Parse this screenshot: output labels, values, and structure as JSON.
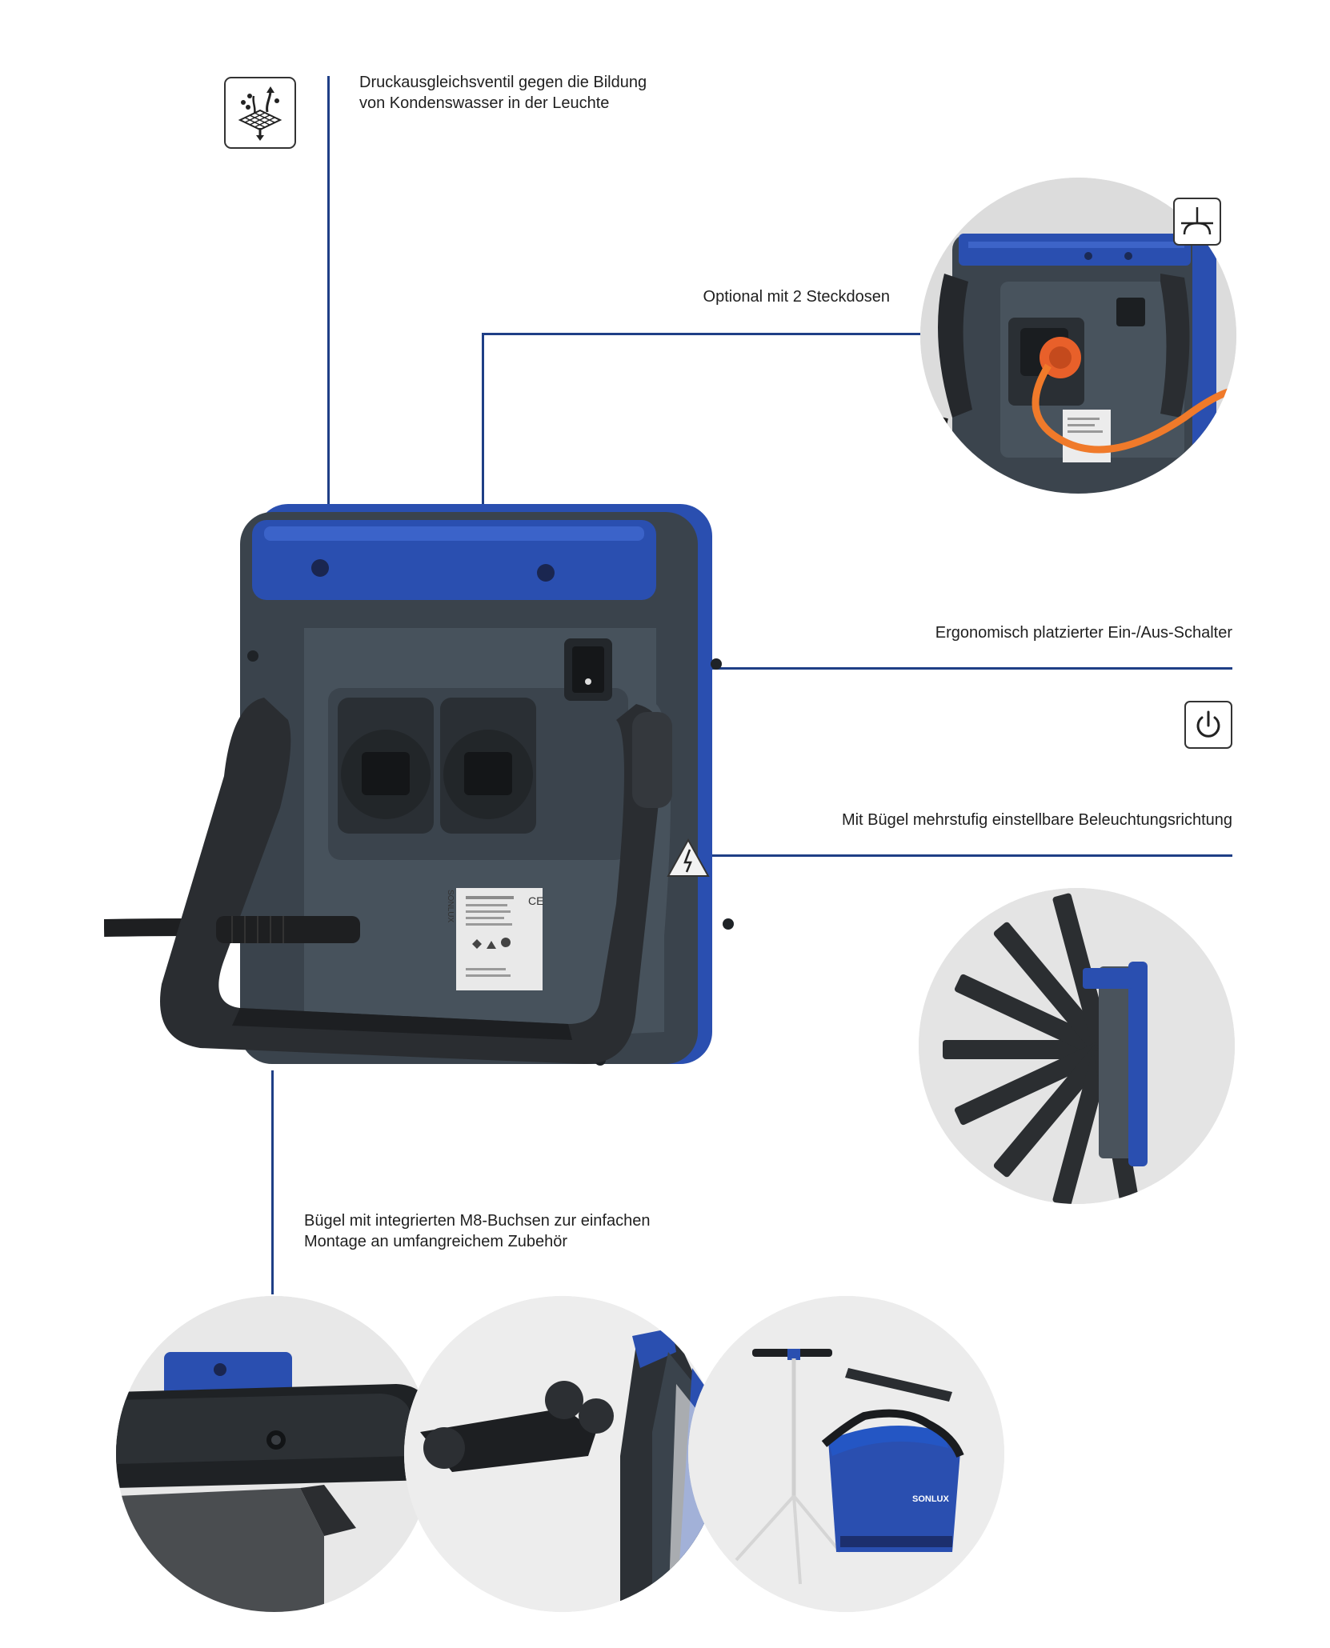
{
  "callouts": {
    "valve": {
      "line1": "Druckausgleichsventil gegen die Bildung",
      "line2": "von Kondenswasser in der Leuchte",
      "icon": "condensation-valve-icon"
    },
    "sockets": {
      "text": "Optional mit 2 Steckdosen",
      "icon": "socket-symbol-icon"
    },
    "switch": {
      "text": "Ergonomisch platzierter Ein-/Aus-Schalter",
      "icon": "power-icon"
    },
    "bracket": {
      "text": "Mit Bügel mehrstufig einstellbare Beleuchtungsrichtung"
    },
    "mount": {
      "line1": "Bügel mit integrierten M8-Buchsen zur einfachen",
      "line2": "Montage an umfangreichem Zubehör"
    }
  },
  "product": {
    "label_brand": "SONLUX",
    "label_ce": "CE"
  },
  "accessories": {
    "bag_brand": "SONLUX"
  },
  "colors": {
    "accent_line": "#1f3f86",
    "brand_blue": "#2a4fb0",
    "housing_dark": "#3b444d"
  }
}
